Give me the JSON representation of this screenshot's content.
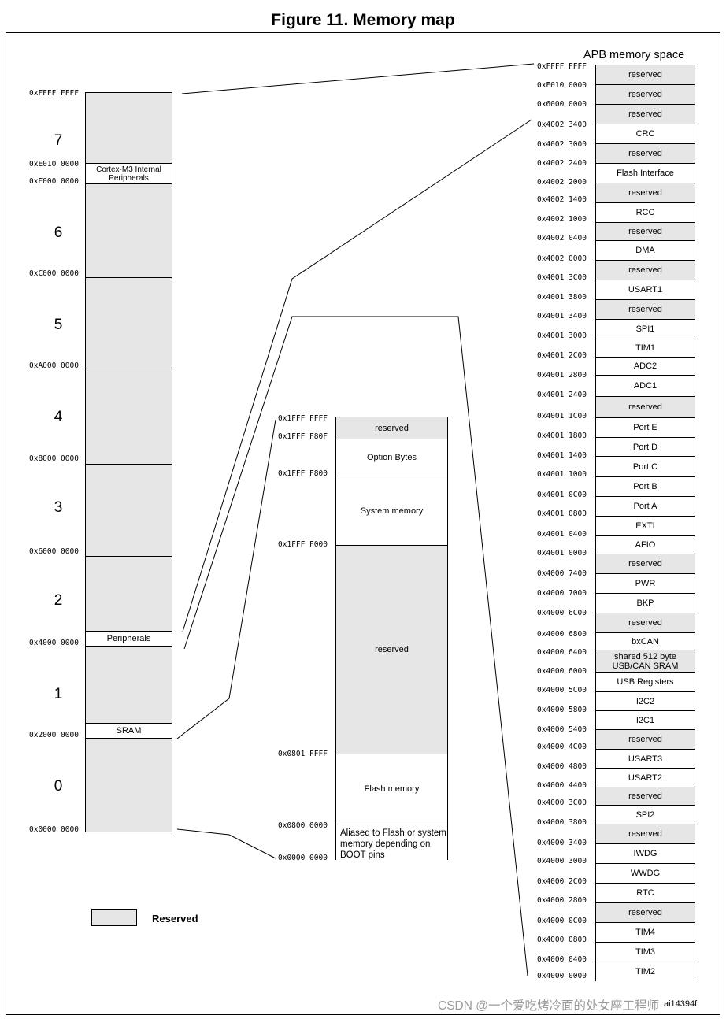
{
  "title": "Figure 11. Memory map",
  "legend_label": "Reserved",
  "apb_title": "APB memory space",
  "footer": "CSDN @一个爱吃烤冷面的处女座工程师",
  "ref_id": "ai14394f",
  "main_map": {
    "addresses": [
      "0xFFFF FFFF",
      "0xE010 0000",
      "0xE000 0000",
      "0xC000 0000",
      "0xA000 0000",
      "0x8000 0000",
      "0x6000 0000",
      "0x4000 0000",
      "0x2000 0000",
      "0x0000 0000"
    ],
    "region_numbers": [
      "7",
      "6",
      "5",
      "4",
      "3",
      "2",
      "1",
      "0"
    ],
    "blocks": {
      "cortex": "Cortex-M3 Internal Peripherals",
      "peripherals": "Peripherals",
      "sram": "SRAM"
    }
  },
  "code_map": {
    "addresses": [
      "0x1FFF FFFF",
      "0x1FFF F80F",
      "0x1FFF F800",
      "0x1FFF F000",
      "0x0801 FFFF",
      "0x0800 0000",
      "0x0000 0000"
    ],
    "blocks": [
      "reserved",
      "Option Bytes",
      "System memory",
      "reserved",
      "Flash memory",
      "Aliased to Flash or system memory depending on BOOT pins"
    ],
    "reserved_flags": [
      true,
      false,
      false,
      true,
      false,
      false
    ]
  },
  "apb_map": {
    "addresses": [
      "0xFFFF FFFF",
      "0xE010 0000",
      "0x6000 0000",
      "0x4002 3400",
      "0x4002 3000",
      "0x4002 2400",
      "0x4002 2000",
      "0x4002 1400",
      "0x4002 1000",
      "0x4002 0400",
      "0x4002 0000",
      "0x4001 3C00",
      "0x4001 3800",
      "0x4001 3400",
      "0x4001 3000",
      "0x4001 2C00",
      "0x4001 2800",
      "0x4001 2400",
      "0x4001 1C00",
      "0x4001 1800",
      "0x4001 1400",
      "0x4001 1000",
      "0x4001 0C00",
      "0x4001 0800",
      "0x4001 0400",
      "0x4001 0000",
      "0x4000 7400",
      "0x4000 7000",
      "0x4000 6C00",
      "0x4000 6800",
      "0x4000 6400",
      "0x4000 6000",
      "0x4000 5C00",
      "0x4000 5800",
      "0x4000 5400",
      "0x4000 4C00",
      "0x4000 4800",
      "0x4000 4400",
      "0x4000 3C00",
      "0x4000 3800",
      "0x4000 3400",
      "0x4000 3000",
      "0x4000 2C00",
      "0x4000 2800",
      "0x4000 0C00",
      "0x4000 0800",
      "0x4000 0400",
      "0x4000 0000"
    ],
    "blocks": [
      "reserved",
      "reserved",
      "reserved",
      "CRC",
      "reserved",
      "Flash Interface",
      "reserved",
      "RCC",
      "reserved",
      "DMA",
      "reserved",
      "USART1",
      "reserved",
      "SPI1",
      "TIM1",
      "ADC2",
      "ADC1",
      "reserved",
      "Port E",
      "Port D",
      "Port C",
      "Port B",
      "Port A",
      "EXTI",
      "AFIO",
      "reserved",
      "PWR",
      "BKP",
      "reserved",
      "bxCAN",
      "shared 512 byte USB/CAN SRAM",
      "USB Registers",
      "I2C2",
      "I2C1",
      "reserved",
      "USART3",
      "USART2",
      "reserved",
      "SPI2",
      "reserved",
      "IWDG",
      "WWDG",
      "RTC",
      "reserved",
      "TIM4",
      "TIM3",
      "TIM2"
    ],
    "reserved_flags": [
      true,
      true,
      true,
      false,
      true,
      false,
      true,
      false,
      true,
      false,
      true,
      false,
      true,
      false,
      false,
      false,
      false,
      true,
      false,
      false,
      false,
      false,
      false,
      false,
      false,
      true,
      false,
      false,
      true,
      false,
      true,
      false,
      false,
      false,
      true,
      false,
      false,
      true,
      false,
      true,
      false,
      false,
      false,
      true,
      false,
      false,
      false
    ]
  }
}
